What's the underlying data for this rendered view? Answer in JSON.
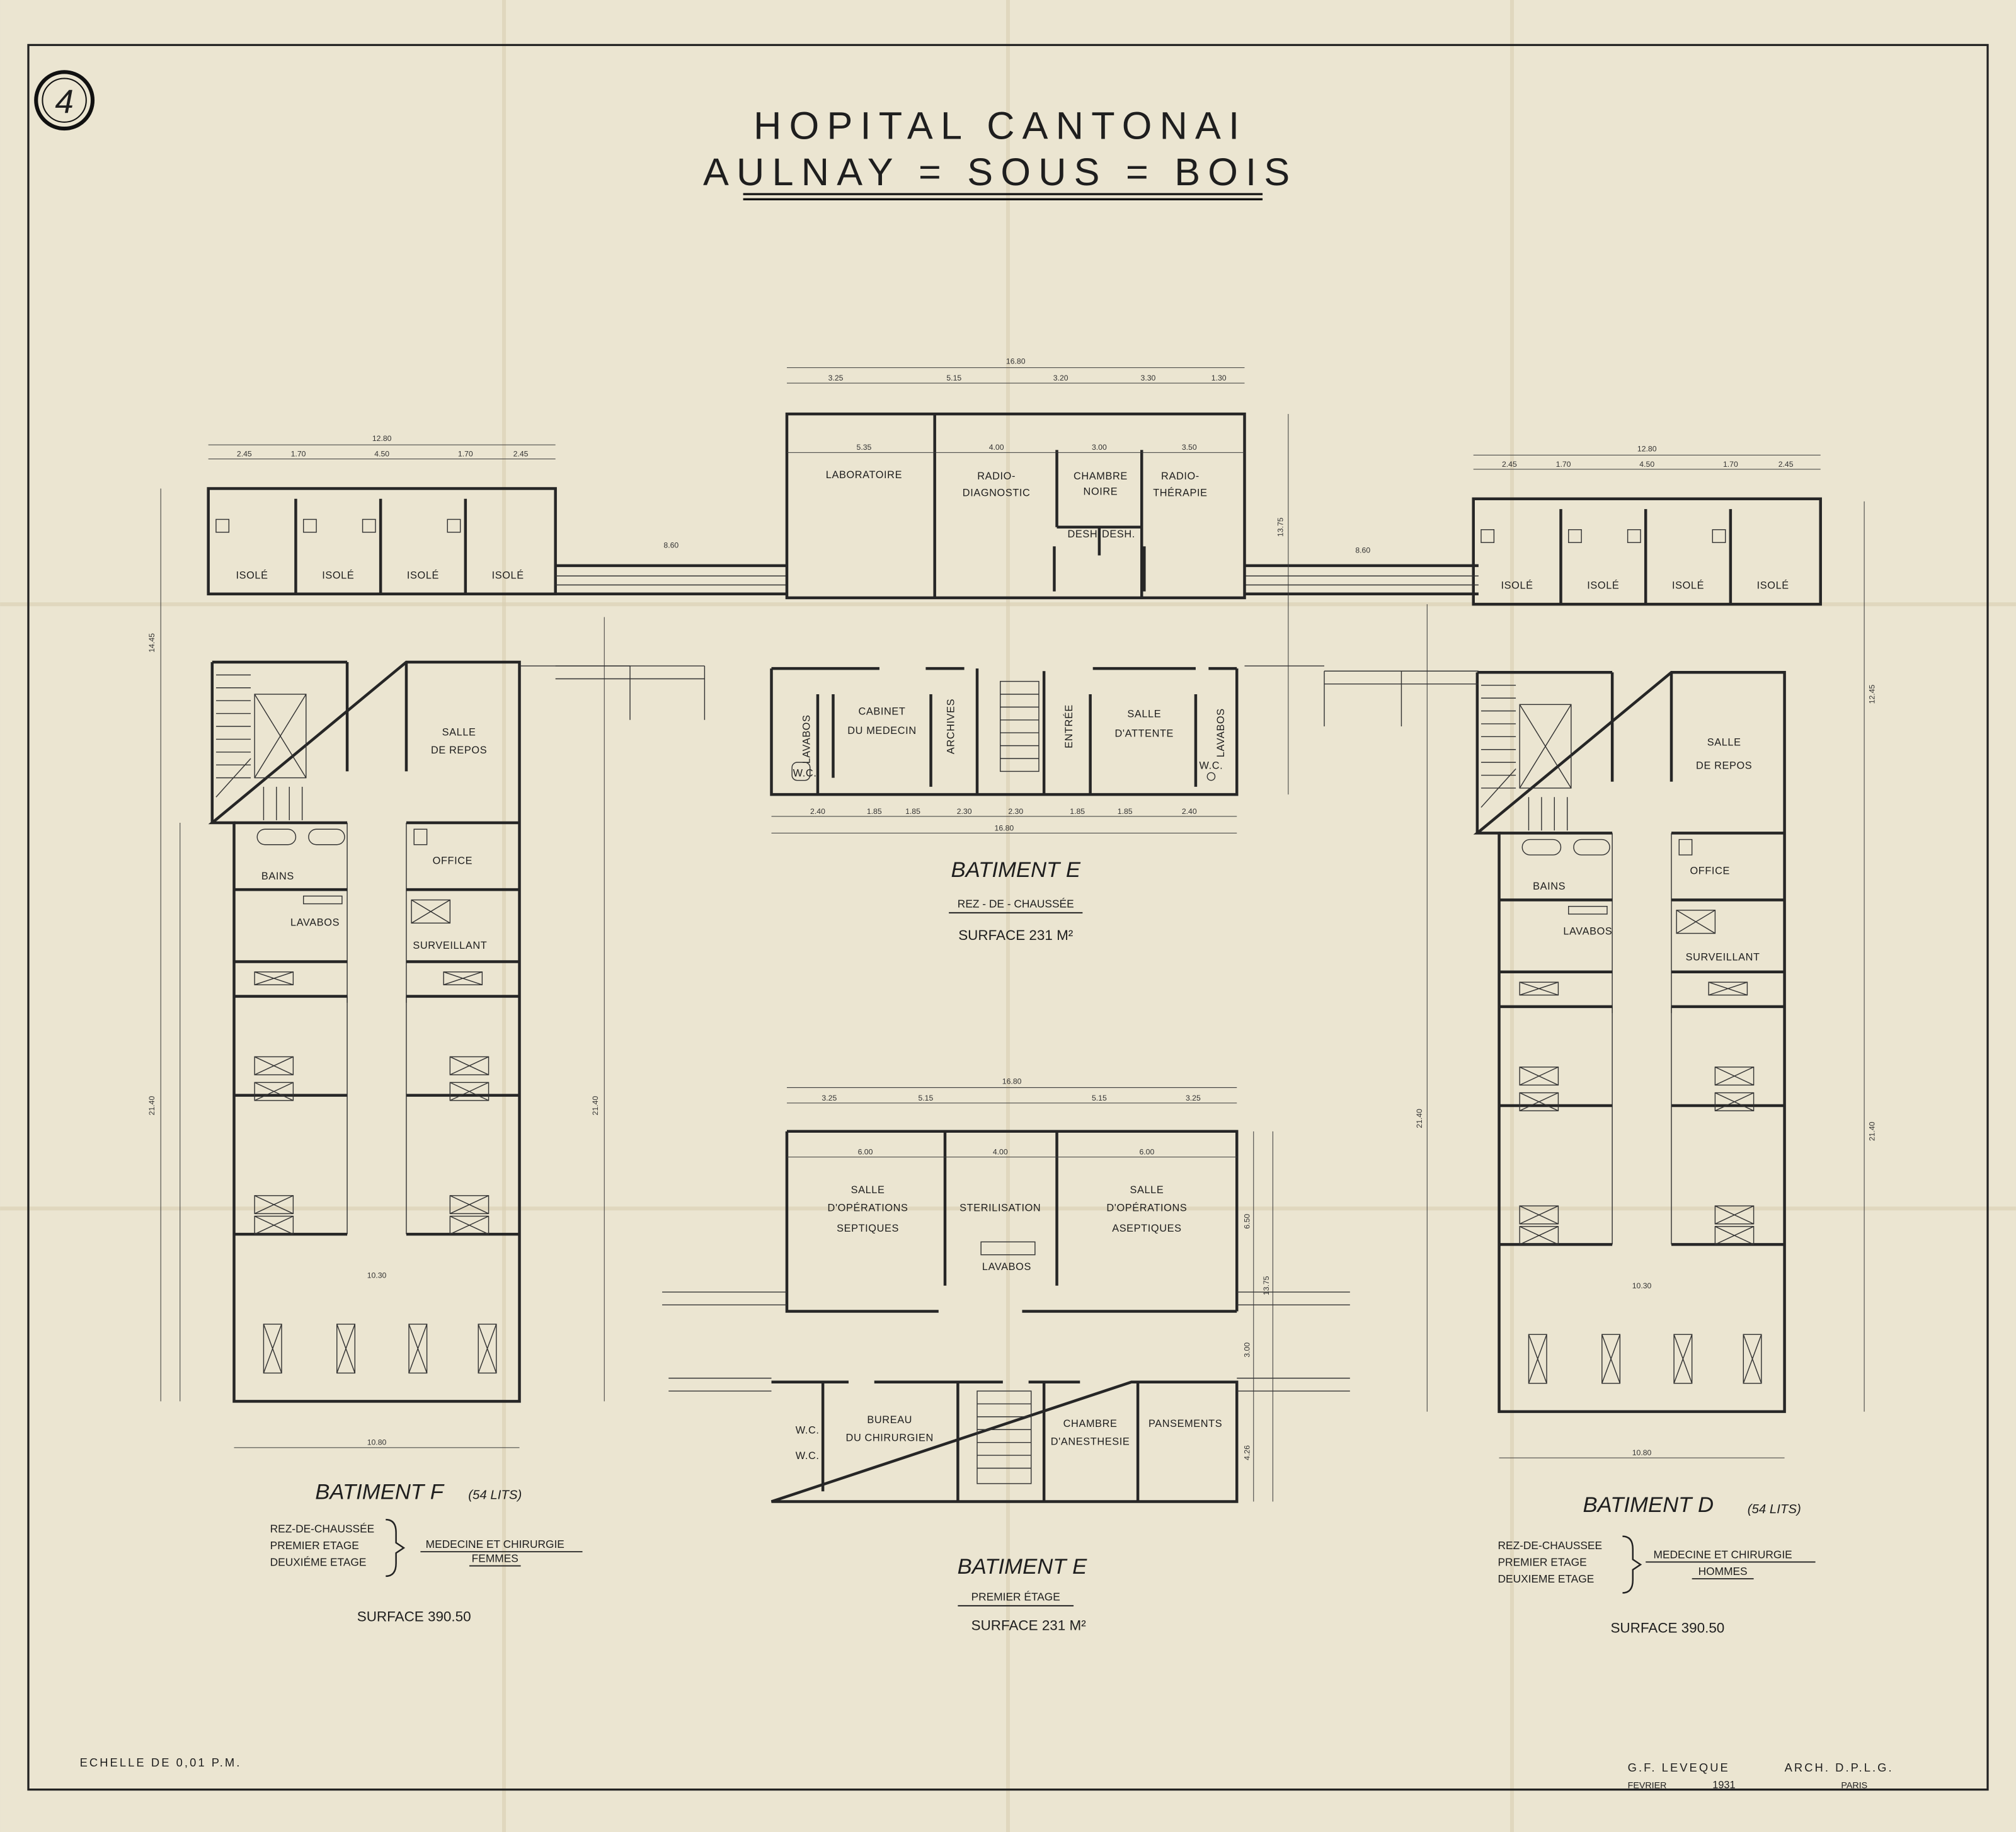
{
  "sheet_number": "4",
  "title": {
    "line1": "HOPITAL CANTONAI",
    "line2": "AULNAY = SOUS = BOIS"
  },
  "batiment_f": {
    "name": "BATIMENT F",
    "beds": "(54 LITS)",
    "floors": [
      "REZ-DE-CHAUSSÉE",
      "PREMIER ETAGE",
      "DEUXIÉME ETAGE"
    ],
    "service_line1": "MEDECINE ET CHIRURGIE",
    "service_line2": "FEMMES",
    "surface": "SURFACE 390.50",
    "rooms": {
      "isole": "ISOLÉ",
      "salle_repos_1": "SALLE",
      "salle_repos_2": "DE REPOS",
      "bains": "BAINS",
      "office": "OFFICE",
      "lavabos": "LAVABOS",
      "surveillant": "SURVEILLANT"
    },
    "dims": {
      "width": "12.80",
      "w1": "2.45",
      "w2": "1.70",
      "w3": "4.50",
      "w4": "1.70",
      "w5": "2.45",
      "height": "21.40",
      "bottom": "10.80",
      "wing": "14.45",
      "inner": "10.30"
    }
  },
  "batiment_d": {
    "name": "BATIMENT D",
    "beds": "(54 LITS)",
    "floors": [
      "REZ-DE-CHAUSSEE",
      "PREMIER ETAGE",
      "DEUXIEME ETAGE"
    ],
    "service_line1": "MEDECINE ET CHIRURGIE",
    "service_line2": "HOMMES",
    "surface": "SURFACE 390.50",
    "rooms": {
      "isole": "ISOLÉ",
      "salle_repos_1": "SALLE",
      "salle_repos_2": "DE REPOS",
      "bains": "BAINS",
      "office": "OFFICE",
      "lavabos": "LAVABOS",
      "surveillant": "SURVEILLANT"
    },
    "dims": {
      "width": "12.80",
      "w1": "2.45",
      "w2": "1.70",
      "w3": "4.50",
      "w4": "1.70",
      "w5": "2.45",
      "height": "21.40",
      "bottom": "10.80",
      "wing": "12.45",
      "inner": "10.30"
    }
  },
  "batiment_e_rdc": {
    "name": "BATIMENT E",
    "floor": "REZ - DE - CHAUSSÉE",
    "surface": "SURFACE 231 M²",
    "rooms": {
      "laboratoire": "LABORATOIRE",
      "radio_diag_1": "RADIO-",
      "radio_diag_2": "DIAGNOSTIC",
      "chambre_noire_1": "CHAMBRE",
      "chambre_noire_2": "NOIRE",
      "radio_ther_1": "RADIO-",
      "radio_ther_2": "THÉRAPIE",
      "desh": "DESH",
      "desh2": "DESH.",
      "lavabos": "LAVABOS",
      "cabinet_1": "CABINET",
      "cabinet_2": "DU MEDECIN",
      "archives": "ARCHIVES",
      "entree": "ENTRÉE",
      "attente_1": "SALLE",
      "attente_2": "D'ATTENTE",
      "wc": "W.C."
    },
    "dims": {
      "top": "16.80",
      "t1": "3.25",
      "t2": "5.15",
      "t3": "3.20",
      "t4": "3.30",
      "t5": "1.30",
      "r1": "5.35",
      "r2": "4.00",
      "r3": "3.00",
      "r4": "3.50",
      "bottom": "16.80",
      "b1": "2.40",
      "b2": "1.85",
      "b3": "1.85",
      "b4": "2.30",
      "b5": "2.30",
      "b6": "1.85",
      "b7": "1.85",
      "b8": "2.40",
      "depth": "13.75",
      "corr1": "8.60",
      "corr2": "8.60"
    }
  },
  "batiment_e_etage": {
    "name": "BATIMENT E",
    "floor": "PREMIER ÉTAGE",
    "surface": "SURFACE 231 M²",
    "rooms": {
      "sept_1": "SALLE",
      "sept_2": "D'OPÉRATIONS",
      "sept_3": "SEPTIQUES",
      "sterilisation": "STERILISATION",
      "lavabos": "LAVABOS",
      "asept_1": "SALLE",
      "asept_2": "D'OPÉRATIONS",
      "asept_3": "ASEPTIQUES",
      "bureau_1": "BUREAU",
      "bureau_2": "DU CHIRURGIEN",
      "wc": "W.C.",
      "anesth_1": "CHAMBRE",
      "anesth_2": "D'ANESTHESIE",
      "pansements": "PANSEMENTS"
    },
    "dims": {
      "top": "16.80",
      "t1": "3.25",
      "t2": "5.15",
      "t3": "5.15",
      "t4": "3.25",
      "r1": "6.00",
      "r2": "4.00",
      "r3": "6.00",
      "depth": "13.75",
      "h1": "6.50",
      "h2": "3.00",
      "h3": "4.26"
    }
  },
  "scale": "ECHELLE DE 0,01 P.M.",
  "signature": {
    "architect": "G.F. LEVEQUE",
    "title": "ARCH. D.P.L.G.",
    "month": "FEVRIER",
    "year": "1931",
    "city": "PARIS"
  }
}
